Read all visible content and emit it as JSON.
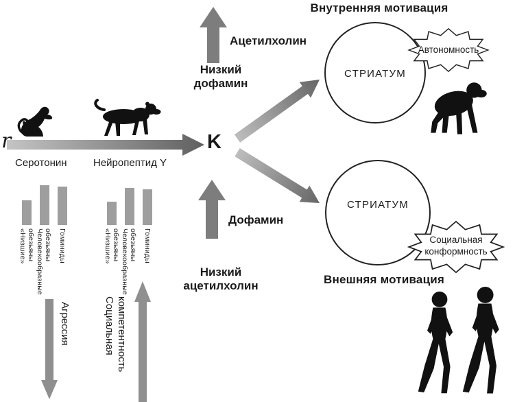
{
  "colors": {
    "background": "#ffffff",
    "text": "#1a1a1a",
    "silhouette": "#111111",
    "bar": "#9e9e9e",
    "solid_arrow_gray": "#8f8f8f",
    "big_arrow_gray": "#7d7d7d",
    "gradient_arrow_light": "#c4c4c4",
    "gradient_arrow_dark": "#606060",
    "shape_outline": "#222222"
  },
  "selection_axis": {
    "left_symbol": "r",
    "right_symbol": "K",
    "serotonin_label": "Серотонин",
    "neuropeptide_label": "Нейропептид Y"
  },
  "chart_data": {
    "type": "bar",
    "categories": [
      "«Низшие» обезьяны",
      "Человекообразные обезьяны",
      "Гоминиды"
    ],
    "series": [
      {
        "name": "Серотонин",
        "values": [
          36,
          58,
          56
        ]
      },
      {
        "name": "Нейропептид Y",
        "values": [
          34,
          54,
          52
        ]
      }
    ],
    "axis_visible": false,
    "note_type": "relative levels, no numeric axis shown"
  },
  "bottom_left": {
    "aggression_label": "Агрессия",
    "social_competence_label": "Социальная компетентность"
  },
  "neuro_arrows": {
    "acetylcholine_label": "Ацетилхолин",
    "low_dopamine_label": "Низкий дофамин",
    "dopamine_label": "Дофамин",
    "low_acetylcholine_label": "Низкий ацетилхолин"
  },
  "motivation": {
    "intrinsic_title": "Внутренняя мотивация",
    "extrinsic_title": "Внешняя мотивация",
    "striatum_top_label": "СТРИАТУМ",
    "striatum_bottom_label": "СТРИАТУМ",
    "autonomy_label": "Автономность",
    "social_conformity_label": "Социальная конформность"
  },
  "silhouettes": [
    "small-monkey-silhouette",
    "walking-monkey-silhouette",
    "chimpanzee-silhouette",
    "walking-humans-silhouette"
  ]
}
